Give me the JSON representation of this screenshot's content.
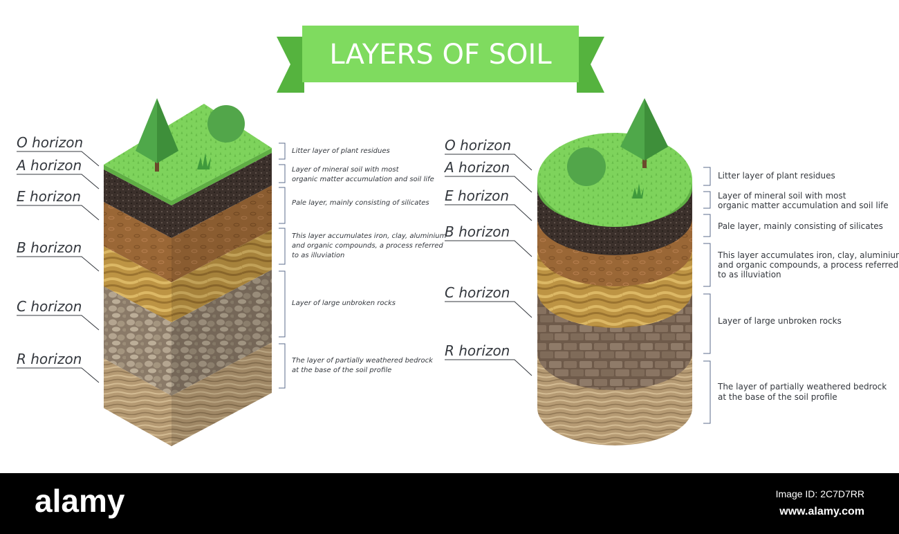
{
  "title": "LAYERS OF SOIL",
  "colors": {
    "banner": "#7fdb5f",
    "banner_dark": "#55b33e",
    "grass": "#7ed35c",
    "tree": "#4fa84a",
    "footer": "#000000"
  },
  "horizons": [
    {
      "label": "O horizon",
      "description": "Litter layer of plant residues",
      "desc_lines": [
        "Litter layer of plant residues"
      ]
    },
    {
      "label": "A horizon",
      "description": "Layer of mineral soil with most organic matter accumulation and soil life",
      "desc_lines": [
        "Layer of mineral soil with most",
        "organic matter accumulation and soil life"
      ]
    },
    {
      "label": "E horizon",
      "description": "Pale layer, mainly consisting of silicates",
      "desc_lines": [
        "Pale layer, mainly consisting of silicates"
      ]
    },
    {
      "label": "B horizon",
      "description": "This layer accumulates iron, clay, aluminium and organic compounds, a process referred to as illuviation",
      "desc_lines": [
        "This layer accumulates iron, clay, aluminium",
        "and organic compounds, a process referred",
        "to as illuviation"
      ]
    },
    {
      "label": "C horizon",
      "description": "Layer of large unbroken rocks",
      "desc_lines": [
        "Layer of large unbroken rocks"
      ]
    },
    {
      "label": "R horizon",
      "description": "The layer of partially weathered bedrock at the base of the soil profile",
      "desc_lines": [
        "The layer of partially weathered bedrock",
        "at the base of the soil profile"
      ]
    }
  ],
  "footer": {
    "logo": "alamy",
    "image_id": "Image ID: 2C7D7RR",
    "url": "www.alamy.com"
  }
}
